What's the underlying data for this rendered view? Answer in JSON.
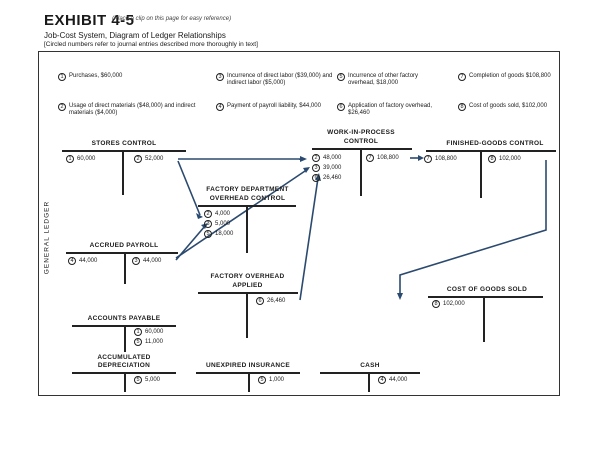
{
  "exhibit": {
    "title": "EXHIBIT 4-5",
    "note": "(Place a clip on this page for easy reference)",
    "subtitle": "Job-Cost System, Diagram of Ledger Relationships",
    "instruction": "[Circled numbers refer to journal entries described more thoroughly in text]",
    "side_label": "GENERAL LEDGER"
  },
  "notes": [
    {
      "num": "1",
      "text": "Purchases, $60,000"
    },
    {
      "num": "2",
      "text": "Usage of direct materials ($48,000) and indirect materials ($4,000)"
    },
    {
      "num": "3",
      "text": "Incurrence of direct labor ($39,000) and indirect labor ($5,000)"
    },
    {
      "num": "4",
      "text": "Payment of payroll liability, $44,000"
    },
    {
      "num": "5",
      "text": "Incurrence of other factory overhead, $18,000"
    },
    {
      "num": "6",
      "text": "Application of factory overhead, $26,460"
    },
    {
      "num": "7",
      "text": "Completion of goods $108,800"
    },
    {
      "num": "8",
      "text": "Cost of goods sold, $102,000"
    }
  ],
  "accounts": {
    "stores": {
      "title": "STORES CONTROL",
      "left": [
        {
          "num": "1",
          "amt": "60,000"
        }
      ],
      "right": [
        {
          "num": "2",
          "amt": "52,000"
        }
      ]
    },
    "wip": {
      "title_line1": "WORK-IN-PROCESS",
      "title_line2": "CONTROL",
      "left": [
        {
          "num": "2",
          "amt": "48,000"
        },
        {
          "num": "3",
          "amt": "39,000"
        },
        {
          "num": "6",
          "amt": "26,460"
        }
      ],
      "right": [
        {
          "num": "7",
          "amt": "108,800"
        }
      ]
    },
    "fg": {
      "title": "FINISHED-GOODS CONTROL",
      "left": [
        {
          "num": "7",
          "amt": "108,800"
        }
      ],
      "right": [
        {
          "num": "8",
          "amt": "102,000"
        }
      ]
    },
    "fdoc": {
      "title_line1": "FACTORY DEPARTMENT",
      "title_line2": "OVERHEAD CONTROL",
      "left": [
        {
          "num": "2",
          "amt": "4,000"
        },
        {
          "num": "3",
          "amt": "5,000"
        },
        {
          "num": "5",
          "amt": "18,000"
        }
      ]
    },
    "payroll": {
      "title": "ACCRUED PAYROLL",
      "left": [
        {
          "num": "4",
          "amt": "44,000"
        }
      ],
      "right": [
        {
          "num": "3",
          "amt": "44,000"
        }
      ]
    },
    "foa": {
      "title_line1": "FACTORY OVERHEAD",
      "title_line2": "APPLIED",
      "right": [
        {
          "num": "6",
          "amt": "26,460"
        }
      ]
    },
    "cogs": {
      "title": "COST OF GOODS SOLD",
      "left": [
        {
          "num": "8",
          "amt": "102,000"
        }
      ]
    },
    "ap": {
      "title": "ACCOUNTS PAYABLE",
      "right": [
        {
          "num": "1",
          "amt": "60,000"
        },
        {
          "num": "5",
          "amt": "11,000"
        }
      ]
    },
    "accdep": {
      "title_line1": "ACCUMULATED",
      "title_line2": "DEPRECIATION",
      "right": [
        {
          "num": "5",
          "amt": "5,000"
        }
      ]
    },
    "unexp": {
      "title": "UNEXPIRED INSURANCE",
      "right": [
        {
          "num": "5",
          "amt": "1,000"
        }
      ]
    },
    "cash": {
      "title": "CASH",
      "right": [
        {
          "num": "4",
          "amt": "44,000"
        }
      ]
    }
  },
  "colors": {
    "flow_lines": "#2b4a6f",
    "ink": "#1a1a1a",
    "highlight": "#fff4d6"
  }
}
